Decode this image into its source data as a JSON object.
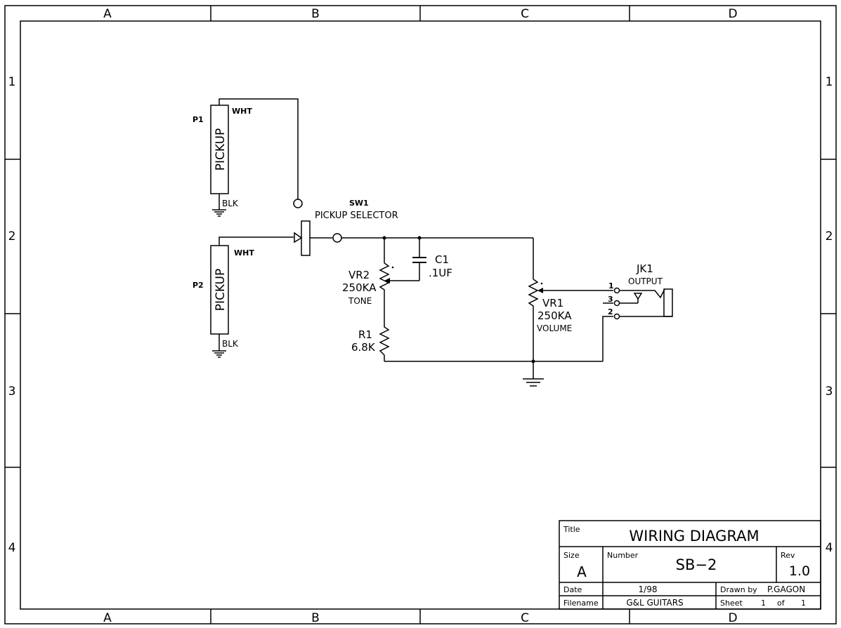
{
  "border": {
    "columns": [
      "A",
      "B",
      "C",
      "D"
    ],
    "rows": [
      "1",
      "2",
      "3",
      "4"
    ]
  },
  "components": {
    "p1": {
      "ref": "P1",
      "body": "PICKUP",
      "hot": "WHT",
      "gnd": "BLK"
    },
    "p2": {
      "ref": "P2",
      "body": "PICKUP",
      "hot": "WHT",
      "gnd": "BLK"
    },
    "sw1": {
      "ref": "SW1",
      "name": "PICKUP SELECTOR"
    },
    "c1": {
      "ref": "C1",
      "value": ".1UF"
    },
    "vr2": {
      "ref": "VR2",
      "value": "250KA",
      "name": "TONE"
    },
    "r1": {
      "ref": "R1",
      "value": "6.8K"
    },
    "vr1": {
      "ref": "VR1",
      "value": "250KA",
      "name": "VOLUME"
    },
    "jk1": {
      "ref": "JK1",
      "name": "OUTPUT",
      "pins": [
        "1",
        "3",
        "2"
      ]
    }
  },
  "title_block": {
    "title_label": "Title",
    "title": "WIRING DIAGRAM",
    "size_label": "Size",
    "size": "A",
    "number_label": "Number",
    "number": "SB−2",
    "rev_label": "Rev",
    "rev": "1.0",
    "date_label": "Date",
    "date": "1/98",
    "drawn_label": "Drawn by",
    "drawn_by": "P.GAGON",
    "filename_label": "Filename",
    "filename": "G&L GUITARS",
    "sheet_label": "Sheet",
    "sheet": "1",
    "of_label": "of",
    "of": "1"
  }
}
